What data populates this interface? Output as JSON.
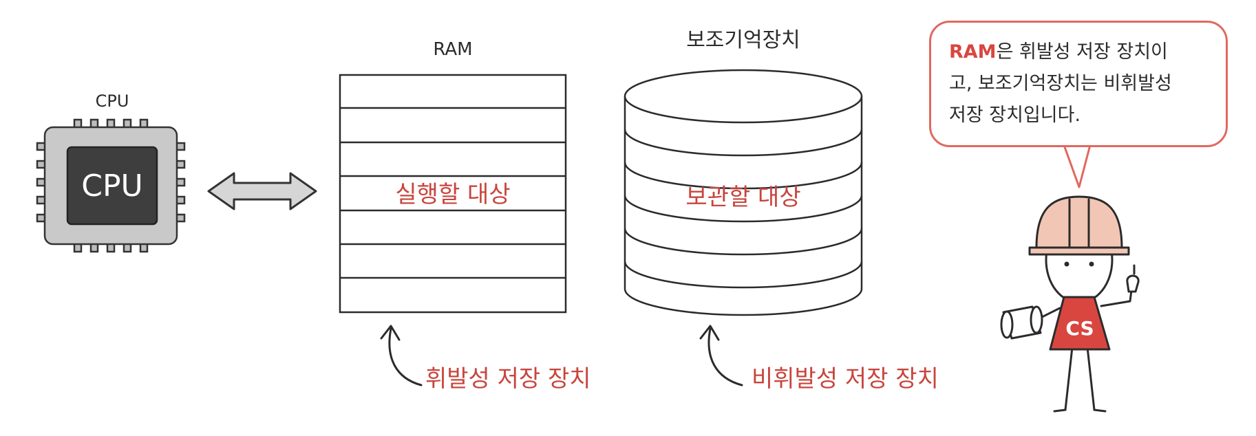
{
  "cpu": {
    "caption": "CPU",
    "chip_label": "CPU"
  },
  "ram": {
    "caption": "RAM",
    "center_label": "실행할 대상",
    "annotation": "휘발성 저장 장치"
  },
  "storage": {
    "caption": "보조기억장치",
    "center_label": "보관할 대상",
    "annotation": "비휘발성 저장 장치"
  },
  "bubble": {
    "highlight": "RAM",
    "line1_rest": "은 휘발성 저장 장치이",
    "line2": "고, 보조기억장치는 비휘발성",
    "line3": "저장 장치입니다."
  },
  "character": {
    "shirt_label": "CS"
  },
  "colors": {
    "accent_red": "#c8453d",
    "bubble_border": "#e0685e",
    "chip_gray": "#c9c9c9",
    "chip_core": "#3e3e3e",
    "helmet": "#f2c6b4",
    "shirt": "#d94640"
  }
}
